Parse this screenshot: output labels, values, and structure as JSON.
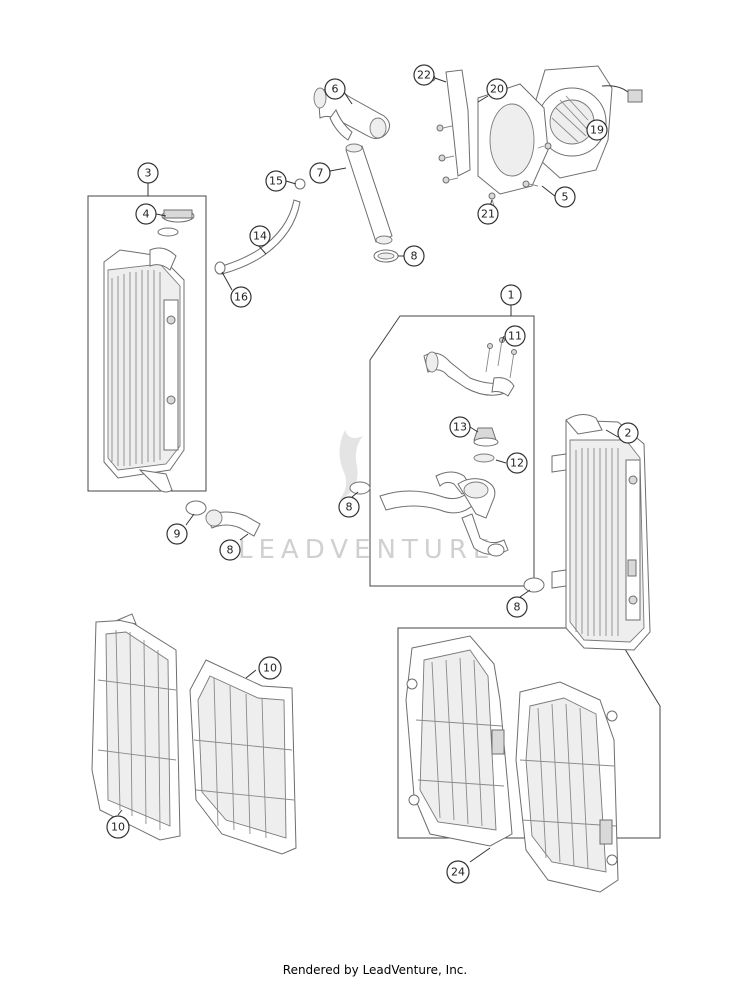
{
  "diagram": {
    "callouts": [
      {
        "id": "c-22",
        "label": "22"
      },
      {
        "id": "c-20",
        "label": "20"
      },
      {
        "id": "c-19",
        "label": "19"
      },
      {
        "id": "c-6",
        "label": "6"
      },
      {
        "id": "c-7",
        "label": "7"
      },
      {
        "id": "c-5",
        "label": "5"
      },
      {
        "id": "c-21",
        "label": "21"
      },
      {
        "id": "c-8a",
        "label": "8"
      },
      {
        "id": "c-3",
        "label": "3"
      },
      {
        "id": "c-15",
        "label": "15"
      },
      {
        "id": "c-4",
        "label": "4"
      },
      {
        "id": "c-14",
        "label": "14"
      },
      {
        "id": "c-16",
        "label": "16"
      },
      {
        "id": "c-1",
        "label": "1"
      },
      {
        "id": "c-11",
        "label": "11"
      },
      {
        "id": "c-2",
        "label": "2"
      },
      {
        "id": "c-13",
        "label": "13"
      },
      {
        "id": "c-12",
        "label": "12"
      },
      {
        "id": "c-8b",
        "label": "8"
      },
      {
        "id": "c-8c",
        "label": "8"
      },
      {
        "id": "c-9",
        "label": "9"
      },
      {
        "id": "c-8d",
        "label": "8"
      },
      {
        "id": "c-10a",
        "label": "10"
      },
      {
        "id": "c-10b",
        "label": "10"
      },
      {
        "id": "c-24",
        "label": "24"
      }
    ],
    "watermark": "LEADVENTURE"
  },
  "footer": {
    "text": "Rendered by LeadVenture, Inc."
  }
}
